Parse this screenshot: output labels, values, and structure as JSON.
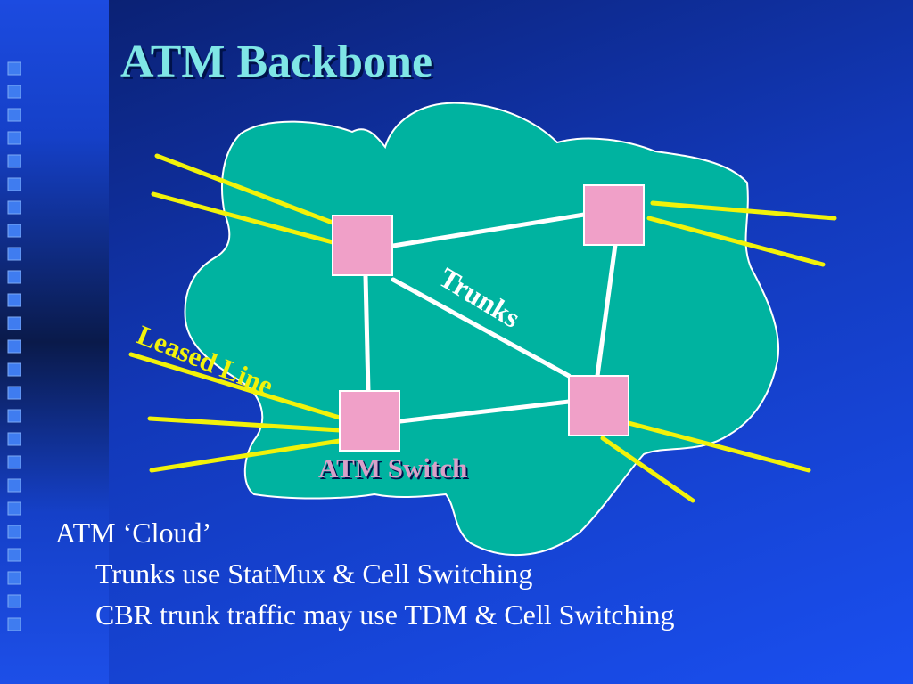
{
  "slide": {
    "title": "ATM Backbone"
  },
  "diagram": {
    "labels": {
      "trunks": "Trunks",
      "leased_line": "Leased Line",
      "atm_switch": "ATM Switch"
    }
  },
  "body": {
    "line1": "ATM ‘Cloud’",
    "line2": "Trunks use StatMux & Cell Switching",
    "line3": "CBR trunk traffic may use TDM & Cell Switching"
  },
  "colors": {
    "background": "#1238b8",
    "cloud": "#00b3a0",
    "switch": "#f0a0c8",
    "leased_line": "#f2f20a",
    "trunk": "#ffffff",
    "title": "#7fe6e6"
  }
}
